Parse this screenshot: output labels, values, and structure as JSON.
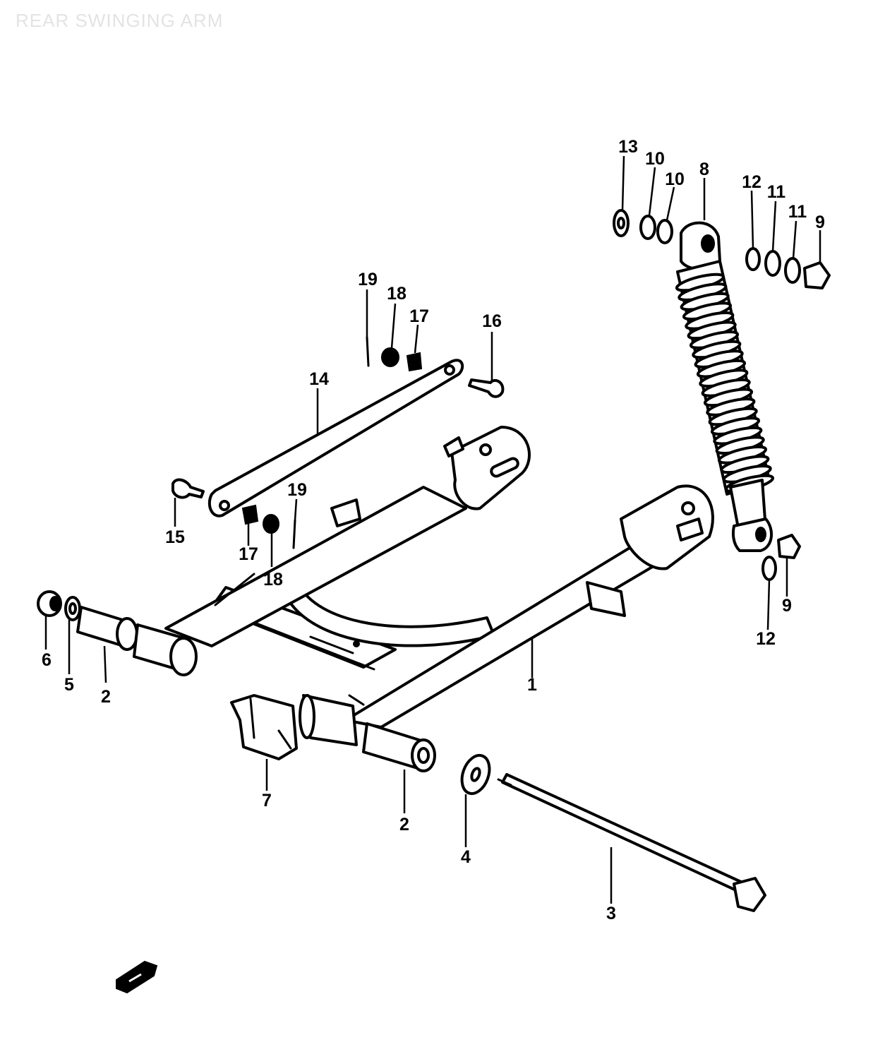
{
  "header": {
    "title": "REAR SWINGING ARM"
  },
  "colors": {
    "ink": "#000000",
    "paper": "#ffffff",
    "title": "#e3e3e3"
  },
  "icons": {
    "orientation_marker": "front-arrow-icon"
  },
  "callouts": [
    "1",
    "2",
    "2",
    "3",
    "4",
    "5",
    "6",
    "7",
    "8",
    "9",
    "9",
    "10",
    "10",
    "11",
    "11",
    "12",
    "12",
    "13",
    "14",
    "15",
    "16",
    "17",
    "17",
    "18",
    "18",
    "19",
    "19"
  ]
}
